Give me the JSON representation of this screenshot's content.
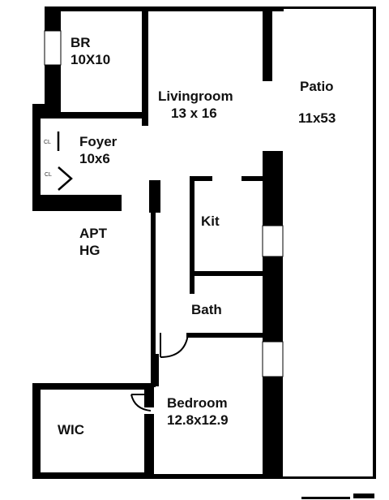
{
  "rooms": {
    "br": {
      "name": "BR",
      "size": "10X10"
    },
    "living": {
      "name": "Livingroom",
      "size": "13 x 16"
    },
    "patio": {
      "name": "Patio",
      "size": "11x53"
    },
    "foyer": {
      "name": "Foyer",
      "size": "10x6"
    },
    "apt": {
      "name": "APT",
      "size": "HG"
    },
    "kit": {
      "name": "Kit"
    },
    "bath": {
      "name": "Bath"
    },
    "bedroom": {
      "name": "Bedroom",
      "size": "12.8x12.9"
    },
    "wic": {
      "name": "WIC"
    }
  },
  "closets": {
    "upper": "CL",
    "lower": "CL"
  },
  "colors": {
    "wall": "#000000",
    "background": "#ffffff"
  }
}
